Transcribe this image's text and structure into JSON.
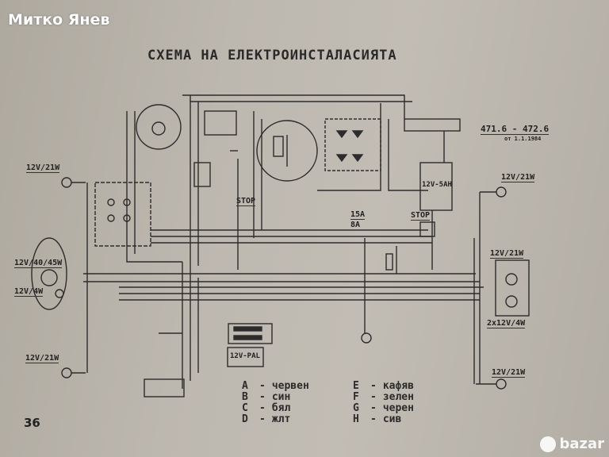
{
  "watermark": "Митко Янев",
  "title": "СХЕМА НА ЕЛЕКТРОИНСТАЛАСИЯТА",
  "labels": {
    "front_left_turn": "12V/21W",
    "headlamp": "12V/40/45W",
    "parking_lamp": "12V/4W",
    "rear_left_turn": "12V/21W",
    "front_right_turn": "12V/21W",
    "tail_lamp": "12V/21W",
    "tail_lamp_small": "2x12V/4W",
    "rear_right_turn": "12V/21W",
    "battery": "12V-5AH",
    "flasher": "12V-PAL",
    "fuse_top": "15A",
    "fuse_bottom": "8A",
    "stop_left": "STOP",
    "stop_right": "STOP",
    "model": "471.6 - 472.6",
    "model_note": "от 1.1.1984"
  },
  "legend": [
    {
      "key": "A",
      "color": "червен"
    },
    {
      "key": "B",
      "color": "син"
    },
    {
      "key": "C",
      "color": "бял"
    },
    {
      "key": "D",
      "color": "жлт"
    },
    {
      "key": "E",
      "color": "кафяв"
    },
    {
      "key": "F",
      "color": "зелен"
    },
    {
      "key": "G",
      "color": "черен"
    },
    {
      "key": "H",
      "color": "сив"
    }
  ],
  "page_number": "36",
  "logo": "bazar"
}
